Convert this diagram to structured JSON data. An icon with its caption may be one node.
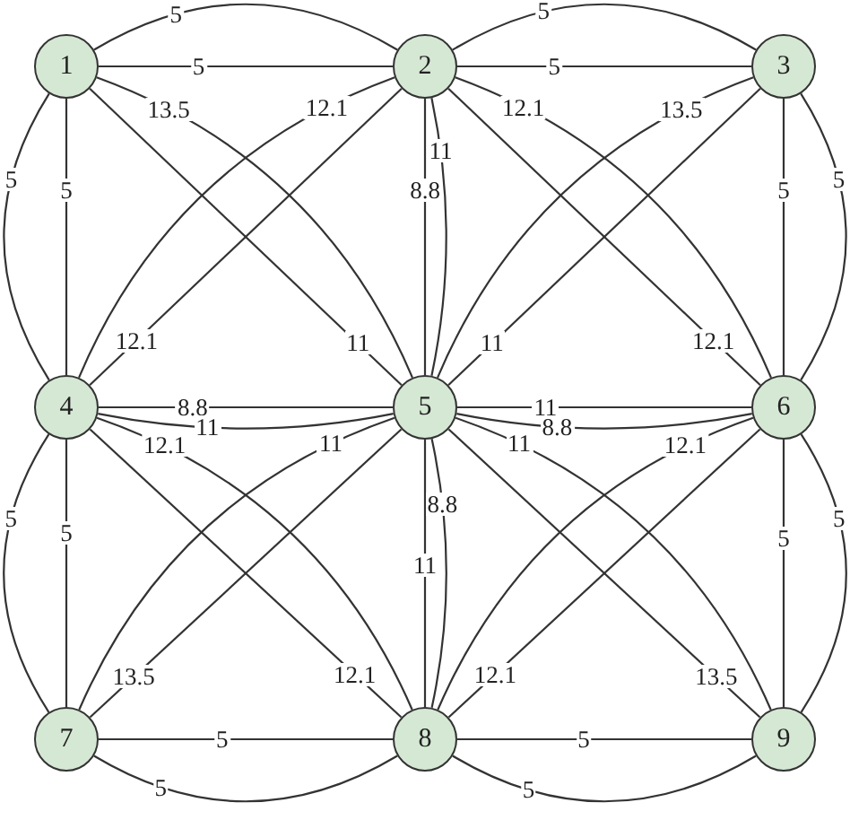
{
  "diagram": {
    "nodes": [
      {
        "text": [
          "1"
        ]
      },
      {
        "text": [
          "2"
        ]
      },
      {
        "text": [
          "3"
        ]
      },
      {
        "text": [
          "4"
        ]
      },
      {
        "text": [
          "5"
        ]
      },
      {
        "text": [
          "6"
        ]
      },
      {
        "text": [
          "7"
        ]
      },
      {
        "text": [
          "8"
        ]
      },
      {
        "text": [
          "9"
        ]
      }
    ],
    "edges": [
      {
        "from": 0,
        "to": 1,
        "arrow": "none",
        "label": "5"
      },
      {
        "from": 0,
        "to": 1,
        "arrow": "none",
        "label": "5"
      },
      {
        "from": 0,
        "to": 3,
        "arrow": "none",
        "label": "5"
      },
      {
        "from": 0,
        "to": 3,
        "arrow": "none",
        "label": "5"
      },
      {
        "from": 0,
        "to": 4,
        "arrow": "none",
        "label": "11"
      },
      {
        "from": 0,
        "to": 4,
        "arrow": "none",
        "label": "13.5"
      },
      {
        "from": 1,
        "to": 3,
        "arrow": "none",
        "label": "12.1"
      },
      {
        "from": 1,
        "to": 3,
        "arrow": "none",
        "label": "12.1"
      },
      {
        "from": 3,
        "to": 4,
        "arrow": "none",
        "label": "8.8"
      },
      {
        "from": 3,
        "to": 4,
        "arrow": "none",
        "label": "11"
      },
      {
        "from": 1,
        "to": 4,
        "arrow": "none",
        "label": "8.8"
      },
      {
        "from": 1,
        "to": 4,
        "arrow": "none",
        "label": "11"
      },
      {
        "from": 1,
        "to": 2,
        "arrow": "none",
        "label": "5"
      },
      {
        "from": 1,
        "to": 2,
        "arrow": "none",
        "label": "5"
      },
      {
        "from": 2,
        "to": 5,
        "arrow": "none",
        "label": "5"
      },
      {
        "from": 2,
        "to": 5,
        "arrow": "none",
        "label": "5"
      },
      {
        "from": 1,
        "to": 5,
        "arrow": "none",
        "label": "12.1"
      },
      {
        "from": 1,
        "to": 5,
        "arrow": "none",
        "label": "12.1"
      },
      {
        "from": 2,
        "to": 4,
        "arrow": "none",
        "label": "11"
      },
      {
        "from": 2,
        "to": 4,
        "arrow": "none",
        "label": "13.5"
      },
      {
        "from": 4,
        "to": 5,
        "arrow": "none",
        "label": "11"
      },
      {
        "from": 4,
        "to": 5,
        "arrow": "none",
        "label": "8.8"
      },
      {
        "from": 3,
        "to": 6,
        "arrow": "none",
        "label": "5"
      },
      {
        "from": 3,
        "to": 6,
        "arrow": "none",
        "label": "5"
      },
      {
        "from": 6,
        "to": 7,
        "arrow": "none",
        "label": "5"
      },
      {
        "from": 6,
        "to": 7,
        "arrow": "none",
        "label": "5"
      },
      {
        "from": 3,
        "to": 7,
        "arrow": "none",
        "label": "12.1"
      },
      {
        "from": 3,
        "to": 7,
        "arrow": "none",
        "label": "12.1"
      },
      {
        "from": 4,
        "to": 6,
        "arrow": "none",
        "label": "13.5"
      },
      {
        "from": 4,
        "to": 6,
        "arrow": "none",
        "label": "11"
      },
      {
        "from": 4,
        "to": 7,
        "arrow": "none",
        "label": "11"
      },
      {
        "from": 4,
        "to": 7,
        "arrow": "none",
        "label": "8.8"
      },
      {
        "from": 5,
        "to": 8,
        "arrow": "none",
        "label": "5"
      },
      {
        "from": 5,
        "to": 8,
        "arrow": "none",
        "label": "5"
      },
      {
        "from": 7,
        "to": 8,
        "arrow": "none",
        "label": "5"
      },
      {
        "from": 7,
        "to": 8,
        "arrow": "none",
        "label": "5"
      },
      {
        "from": 4,
        "to": 8,
        "arrow": "none",
        "label": "13.5"
      },
      {
        "from": 4,
        "to": 8,
        "arrow": "none",
        "label": "11"
      },
      {
        "from": 5,
        "to": 7,
        "arrow": "none",
        "label": "12.1"
      },
      {
        "from": 5,
        "to": 7,
        "arrow": "none",
        "label": "12.1"
      }
    ]
  }
}
